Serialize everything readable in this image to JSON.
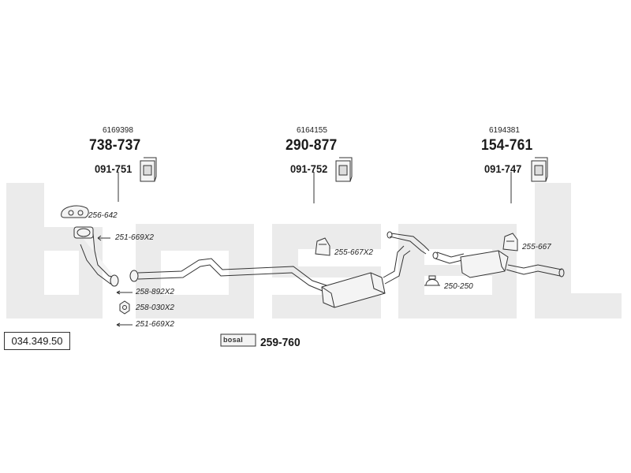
{
  "watermark": {
    "text": "bosal",
    "color": "#ebebeb"
  },
  "catalog_number": "034.349.50",
  "groups": [
    {
      "oe": "6169398",
      "part": "738-737",
      "mount": "091-751"
    },
    {
      "oe": "6164155",
      "part": "290-877",
      "mount": "091-752"
    },
    {
      "oe": "6194381",
      "part": "154-761",
      "mount": "091-747"
    }
  ],
  "small_parts": {
    "gasket_top": "256-642",
    "spring_bolt_top": "251-669X2",
    "bolt": "258-892X2",
    "nut": "258-030X2",
    "spring_bolt_bottom": "251-669X2",
    "rubber_mid": "255-667X2",
    "clamp": "250-250",
    "rubber_rear": "255-667"
  },
  "kit": {
    "badge": "bosal",
    "code": "259-760"
  },
  "colors": {
    "line": "#333333",
    "part_fill": "#f2f2f2"
  }
}
